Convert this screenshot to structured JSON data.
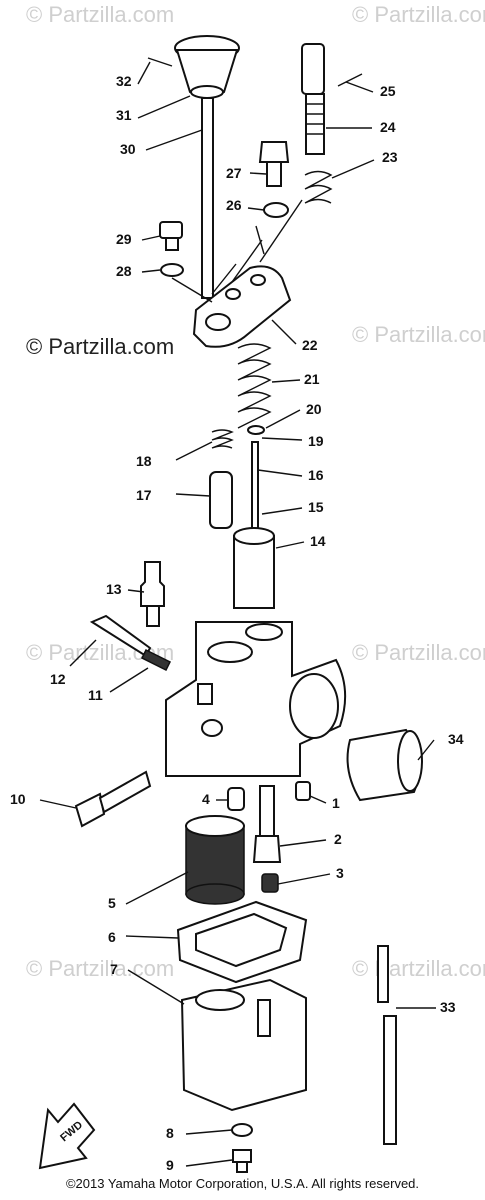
{
  "watermarks": {
    "light": "© Partzilla.com",
    "dark": "© Partzilla.com"
  },
  "copyright": "©2013 Yamaha Motor Corporation, U.S.A. All rights reserved.",
  "fwd_label": "FWD",
  "callouts": [
    {
      "id": "1",
      "text": "1"
    },
    {
      "id": "2",
      "text": "2"
    },
    {
      "id": "3",
      "text": "3"
    },
    {
      "id": "4",
      "text": "4"
    },
    {
      "id": "5",
      "text": "5"
    },
    {
      "id": "6",
      "text": "6"
    },
    {
      "id": "7",
      "text": "7"
    },
    {
      "id": "8",
      "text": "8"
    },
    {
      "id": "9",
      "text": "9"
    },
    {
      "id": "10",
      "text": "10"
    },
    {
      "id": "11",
      "text": "11"
    },
    {
      "id": "12",
      "text": "12"
    },
    {
      "id": "13",
      "text": "13"
    },
    {
      "id": "14",
      "text": "14"
    },
    {
      "id": "15",
      "text": "15"
    },
    {
      "id": "16",
      "text": "16"
    },
    {
      "id": "17",
      "text": "17"
    },
    {
      "id": "18",
      "text": "18"
    },
    {
      "id": "19",
      "text": "19"
    },
    {
      "id": "20",
      "text": "20"
    },
    {
      "id": "21",
      "text": "21"
    },
    {
      "id": "22",
      "text": "22"
    },
    {
      "id": "23",
      "text": "23"
    },
    {
      "id": "24",
      "text": "24"
    },
    {
      "id": "25",
      "text": "25"
    },
    {
      "id": "26",
      "text": "26"
    },
    {
      "id": "27",
      "text": "27"
    },
    {
      "id": "28",
      "text": "28"
    },
    {
      "id": "29",
      "text": "29"
    },
    {
      "id": "30",
      "text": "30"
    },
    {
      "id": "31",
      "text": "31"
    },
    {
      "id": "32",
      "text": "32"
    },
    {
      "id": "33",
      "text": "33"
    },
    {
      "id": "34",
      "text": "34"
    }
  ]
}
